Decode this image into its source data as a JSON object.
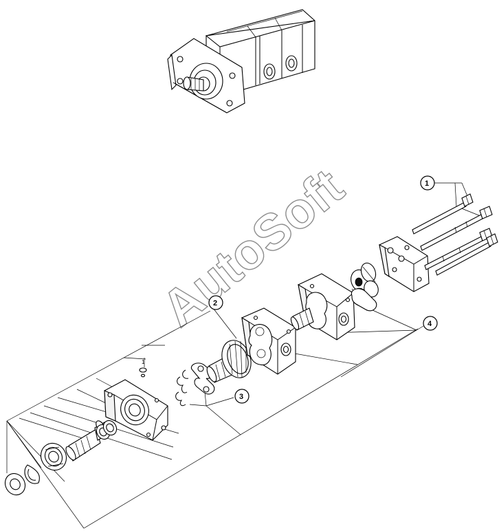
{
  "watermark": "AutoSoft",
  "callouts": [
    {
      "id": "callout-1",
      "label": "1"
    },
    {
      "id": "callout-2",
      "label": "2"
    },
    {
      "id": "callout-3",
      "label": "3"
    },
    {
      "id": "callout-4",
      "label": "4"
    }
  ],
  "small_marker": "1"
}
